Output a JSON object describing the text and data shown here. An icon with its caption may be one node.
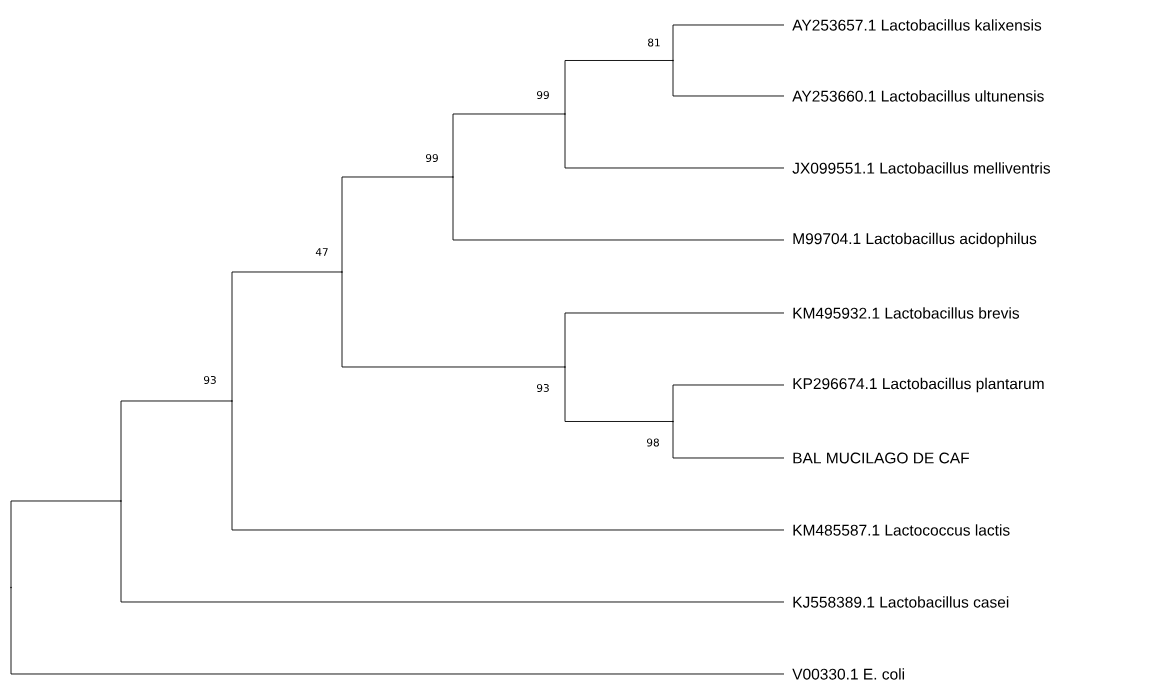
{
  "diagram": {
    "nodes": [
      {
        "text": [
          "AY253657.1 Lactobacillus kalixensis"
        ]
      },
      {
        "text": [
          "AY253660.1 Lactobacillus ultunensis"
        ]
      },
      {
        "text": [
          "JX099551.1 Lactobacillus melliventris"
        ]
      },
      {
        "text": [
          "M99704.1 Lactobacillus acidophilus"
        ]
      },
      {
        "text": [
          "KM495932.1 Lactobacillus brevis"
        ]
      },
      {
        "text": [
          "KP296674.1 Lactobacillus plantarum"
        ]
      },
      {
        "text": [
          "BAL MUCILAGO DE CAF"
        ]
      },
      {
        "text": [
          "KM485587.1 Lactococcus lactis"
        ]
      },
      {
        "text": [
          "KJ558389.1 Lactobacillus casei"
        ]
      },
      {
        "text": [
          "V00330.1 E. coli"
        ]
      },
      {
        "text": [],
        "shape": "point",
        "beside": [
          "81"
        ]
      },
      {
        "text": [],
        "shape": "point",
        "beside": [
          "99"
        ]
      },
      {
        "text": [],
        "shape": "point",
        "beside": [
          "99"
        ]
      },
      {
        "text": [],
        "shape": "point",
        "beside": [
          "98"
        ]
      },
      {
        "text": [],
        "shape": "point",
        "beside": [
          "93"
        ]
      },
      {
        "text": [],
        "shape": "point",
        "beside": [
          "47"
        ]
      },
      {
        "text": [],
        "shape": "point",
        "beside": [
          "93"
        ]
      },
      {
        "text": [],
        "shape": "point"
      },
      {
        "text": [],
        "shape": "point"
      }
    ],
    "edges": [
      {
        "from": 10,
        "to": 0,
        "arrow": "none"
      },
      {
        "from": 10,
        "to": 1,
        "arrow": "none"
      },
      {
        "from": 11,
        "to": 10,
        "arrow": "none"
      },
      {
        "from": 11,
        "to": 2,
        "arrow": "none"
      },
      {
        "from": 12,
        "to": 11,
        "arrow": "none"
      },
      {
        "from": 12,
        "to": 3,
        "arrow": "none"
      },
      {
        "from": 13,
        "to": 5,
        "arrow": "none"
      },
      {
        "from": 13,
        "to": 6,
        "arrow": "none"
      },
      {
        "from": 14,
        "to": 4,
        "arrow": "none"
      },
      {
        "from": 14,
        "to": 13,
        "arrow": "none"
      },
      {
        "from": 15,
        "to": 12,
        "arrow": "none"
      },
      {
        "from": 15,
        "to": 14,
        "arrow": "none"
      },
      {
        "from": 16,
        "to": 15,
        "arrow": "none"
      },
      {
        "from": 16,
        "to": 7,
        "arrow": "none"
      },
      {
        "from": 17,
        "to": 16,
        "arrow": "none"
      },
      {
        "from": 17,
        "to": 8,
        "arrow": "none"
      },
      {
        "from": 18,
        "to": 17,
        "arrow": "none"
      },
      {
        "from": 18,
        "to": 9,
        "arrow": "none"
      }
    ]
  }
}
